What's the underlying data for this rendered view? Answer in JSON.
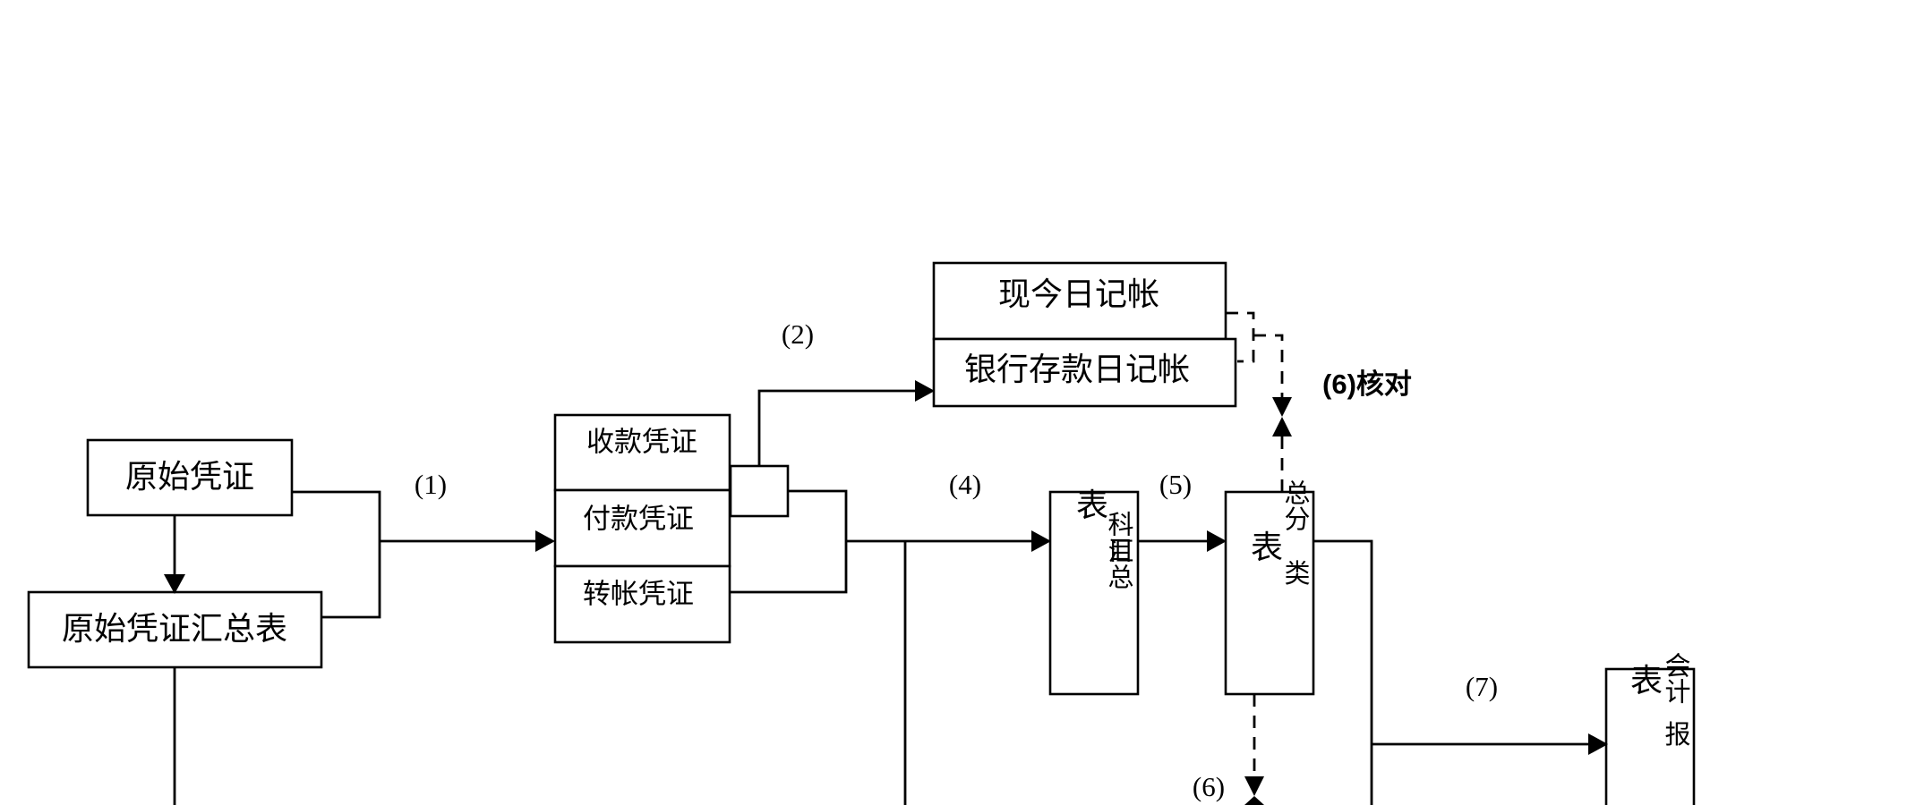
{
  "boxes": {
    "original_voucher": "原始凭证",
    "original_voucher_summary": "原始凭证汇总表",
    "receipt_voucher": "收款凭证",
    "payment_voucher": "付款凭证",
    "transfer_voucher": "转帐凭证",
    "cash_journal": "现今日记帐",
    "bank_journal": "银行存款日记帐",
    "account_summary": {
      "line1": "表",
      "line2_right": "科目",
      "line3_right": "汇总"
    },
    "general_ledger": {
      "line1_right": "总分",
      "line2": "表",
      "line2_right": "类"
    },
    "accounting_report": {
      "line1": "表",
      "line1_right": "会计",
      "line2_right": "报"
    }
  },
  "step_labels": {
    "step1": "(1)",
    "step2": "(2)",
    "step4": "(4)",
    "step5": "(5)",
    "step6_check": "(6)核对",
    "step6": "(6)",
    "step7": "(7)"
  }
}
